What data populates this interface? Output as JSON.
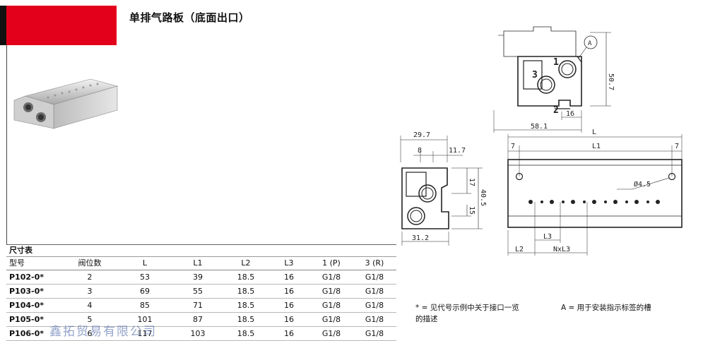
{
  "title": "单排气路板（底面出口）",
  "table": {
    "caption": "尺寸表",
    "headers": [
      "型号",
      "阀位数",
      "L",
      "L1",
      "L2",
      "L3",
      "1 (P)",
      "3 (R)"
    ],
    "rows": [
      [
        "P102-0*",
        "2",
        "53",
        "39",
        "18.5",
        "16",
        "G1/8",
        "G1/8"
      ],
      [
        "P103-0*",
        "3",
        "69",
        "55",
        "18.5",
        "16",
        "G1/8",
        "G1/8"
      ],
      [
        "P104-0*",
        "4",
        "85",
        "71",
        "18.5",
        "16",
        "G1/8",
        "G1/8"
      ],
      [
        "P105-0*",
        "5",
        "101",
        "87",
        "18.5",
        "16",
        "G1/8",
        "G1/8"
      ],
      [
        "P106-0*",
        "6",
        "117",
        "103",
        "18.5",
        "16",
        "G1/8",
        "G1/8"
      ]
    ]
  },
  "notes": {
    "star": "* = 见代号示例中关于接口一览",
    "star2": "的描述",
    "a": "A = 用于安装指示标签的槽"
  },
  "watermark": "鑫拓贸易有限公司",
  "drawing": {
    "top_dims": {
      "h": "50.7",
      "w": "58.1",
      "port": "16",
      "callout": "A"
    },
    "ports": {
      "p1": "1",
      "p2": "2",
      "p3": "3"
    },
    "side_dims": {
      "w": "29.7",
      "a": "8",
      "b": "11.7",
      "h1": "17",
      "h2": "40.5",
      "h3": "15",
      "bw": "31.2"
    },
    "front_dims": {
      "L": "L",
      "L1": "L1",
      "e1": "7",
      "e2": "7",
      "hole": "Ø4.5",
      "L2": "L2",
      "L3": "L3",
      "NL3": "NxL3"
    }
  }
}
